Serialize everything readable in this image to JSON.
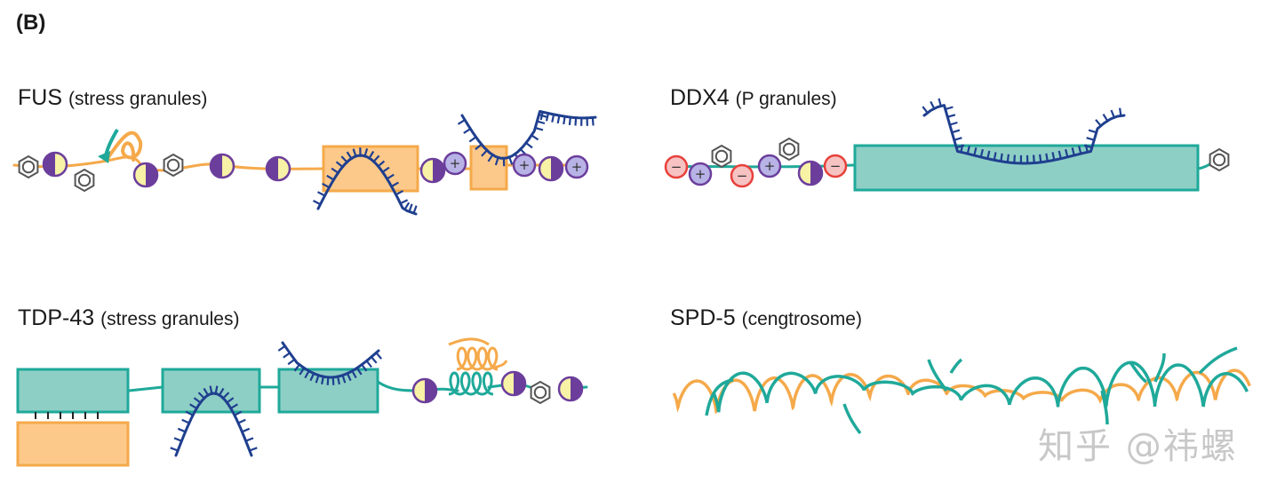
{
  "panel_label": "(B)",
  "proteins": [
    {
      "name": "FUS",
      "granule": "(stress granules)"
    },
    {
      "name": "DDX4",
      "granule": "(P granules)"
    },
    {
      "name": "TDP-43",
      "granule": "(stress granules)"
    },
    {
      "name": "SPD-5",
      "granule": "(cengtrosome)"
    }
  ],
  "symbols": {
    "positive": "+",
    "negative": "−"
  },
  "colors": {
    "orange": "#f5a94a",
    "orange_fill": "#fcc98b",
    "teal": "#1fa99a",
    "teal_fill": "#8ecfc5",
    "purple": "#6c3e9c",
    "lavender": "#b7b3e6",
    "yellow": "#f7f2a6",
    "red": "#e8403a",
    "pink": "#f6c2c2",
    "navy": "#1f3f8f",
    "gray": "#555555"
  },
  "watermark": "知乎 @祎螺"
}
